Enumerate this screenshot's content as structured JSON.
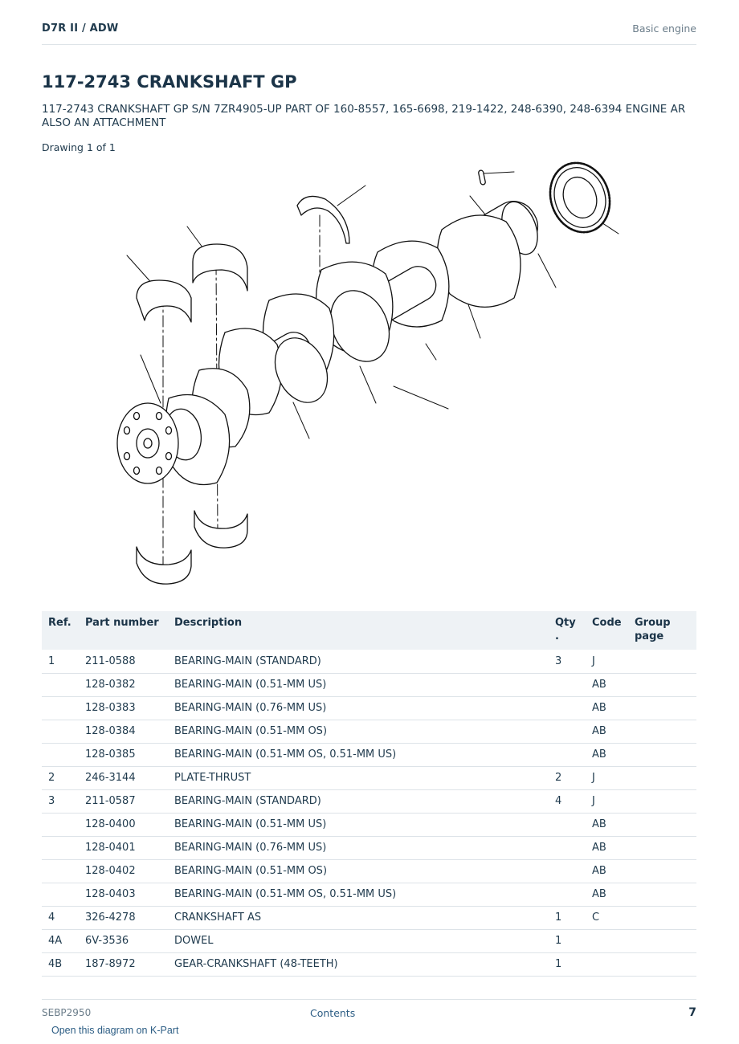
{
  "header": {
    "model": "D7R II  /  ADW",
    "section": "Basic engine"
  },
  "title": "117-2743 CRANKSHAFT GP",
  "subtitle": "117-2743 CRANKSHAFT GP S/N 7ZR4905-UP PART OF 160-8557, 165-6698, 219-1422, 248-6390, 248-6394 ENGINE AR ALSO AN ATTACHMENT",
  "drawing_label": "Drawing 1 of 1",
  "table": {
    "headers": {
      "ref": "Ref.",
      "part_number": "Part number",
      "description": "Description",
      "qty": "Qty\n.",
      "code": "Code",
      "group_page": "Group\npage"
    },
    "rows": [
      {
        "ref": "1",
        "part_number": "211-0588",
        "description": "BEARING-MAIN (STANDARD)",
        "qty": "3",
        "code": "J",
        "group_page": ""
      },
      {
        "ref": "",
        "part_number": "128-0382",
        "description": "BEARING-MAIN (0.51-MM US)",
        "qty": "",
        "code": "AB",
        "group_page": ""
      },
      {
        "ref": "",
        "part_number": "128-0383",
        "description": "BEARING-MAIN (0.76-MM US)",
        "qty": "",
        "code": "AB",
        "group_page": ""
      },
      {
        "ref": "",
        "part_number": "128-0384",
        "description": "BEARING-MAIN (0.51-MM OS)",
        "qty": "",
        "code": "AB",
        "group_page": ""
      },
      {
        "ref": "",
        "part_number": "128-0385",
        "description": "BEARING-MAIN (0.51-MM OS, 0.51-MM US)",
        "qty": "",
        "code": "AB",
        "group_page": ""
      },
      {
        "ref": "2",
        "part_number": "246-3144",
        "description": "PLATE-THRUST",
        "qty": "2",
        "code": "J",
        "group_page": ""
      },
      {
        "ref": "3",
        "part_number": "211-0587",
        "description": "BEARING-MAIN (STANDARD)",
        "qty": "4",
        "code": "J",
        "group_page": ""
      },
      {
        "ref": "",
        "part_number": "128-0400",
        "description": "BEARING-MAIN (0.51-MM US)",
        "qty": "",
        "code": "AB",
        "group_page": ""
      },
      {
        "ref": "",
        "part_number": "128-0401",
        "description": "BEARING-MAIN (0.76-MM US)",
        "qty": "",
        "code": "AB",
        "group_page": ""
      },
      {
        "ref": "",
        "part_number": "128-0402",
        "description": "BEARING-MAIN (0.51-MM OS)",
        "qty": "",
        "code": "AB",
        "group_page": ""
      },
      {
        "ref": "",
        "part_number": "128-0403",
        "description": "BEARING-MAIN (0.51-MM OS, 0.51-MM US)",
        "qty": "",
        "code": "AB",
        "group_page": ""
      },
      {
        "ref": "4",
        "part_number": "326-4278",
        "description": "CRANKSHAFT AS",
        "qty": "1",
        "code": "C",
        "group_page": ""
      },
      {
        "ref": "4A",
        "part_number": "6V-3536",
        "description": "DOWEL",
        "qty": "1",
        "code": "",
        "group_page": ""
      },
      {
        "ref": "4B",
        "part_number": "187-8972",
        "description": "GEAR-CRANKSHAFT (48-TEETH)",
        "qty": "1",
        "code": "",
        "group_page": ""
      }
    ]
  },
  "footer": {
    "doc_id": "SEBP2950",
    "contents_link": "Contents",
    "page_number": "7",
    "kpart_link": "Open this diagram on K-Part"
  },
  "colors": {
    "text": "#1f3a4d",
    "muted": "#6b7d8a",
    "link": "#2c5d84",
    "table_header_bg": "#eef2f5",
    "rule": "#dde3e8"
  }
}
